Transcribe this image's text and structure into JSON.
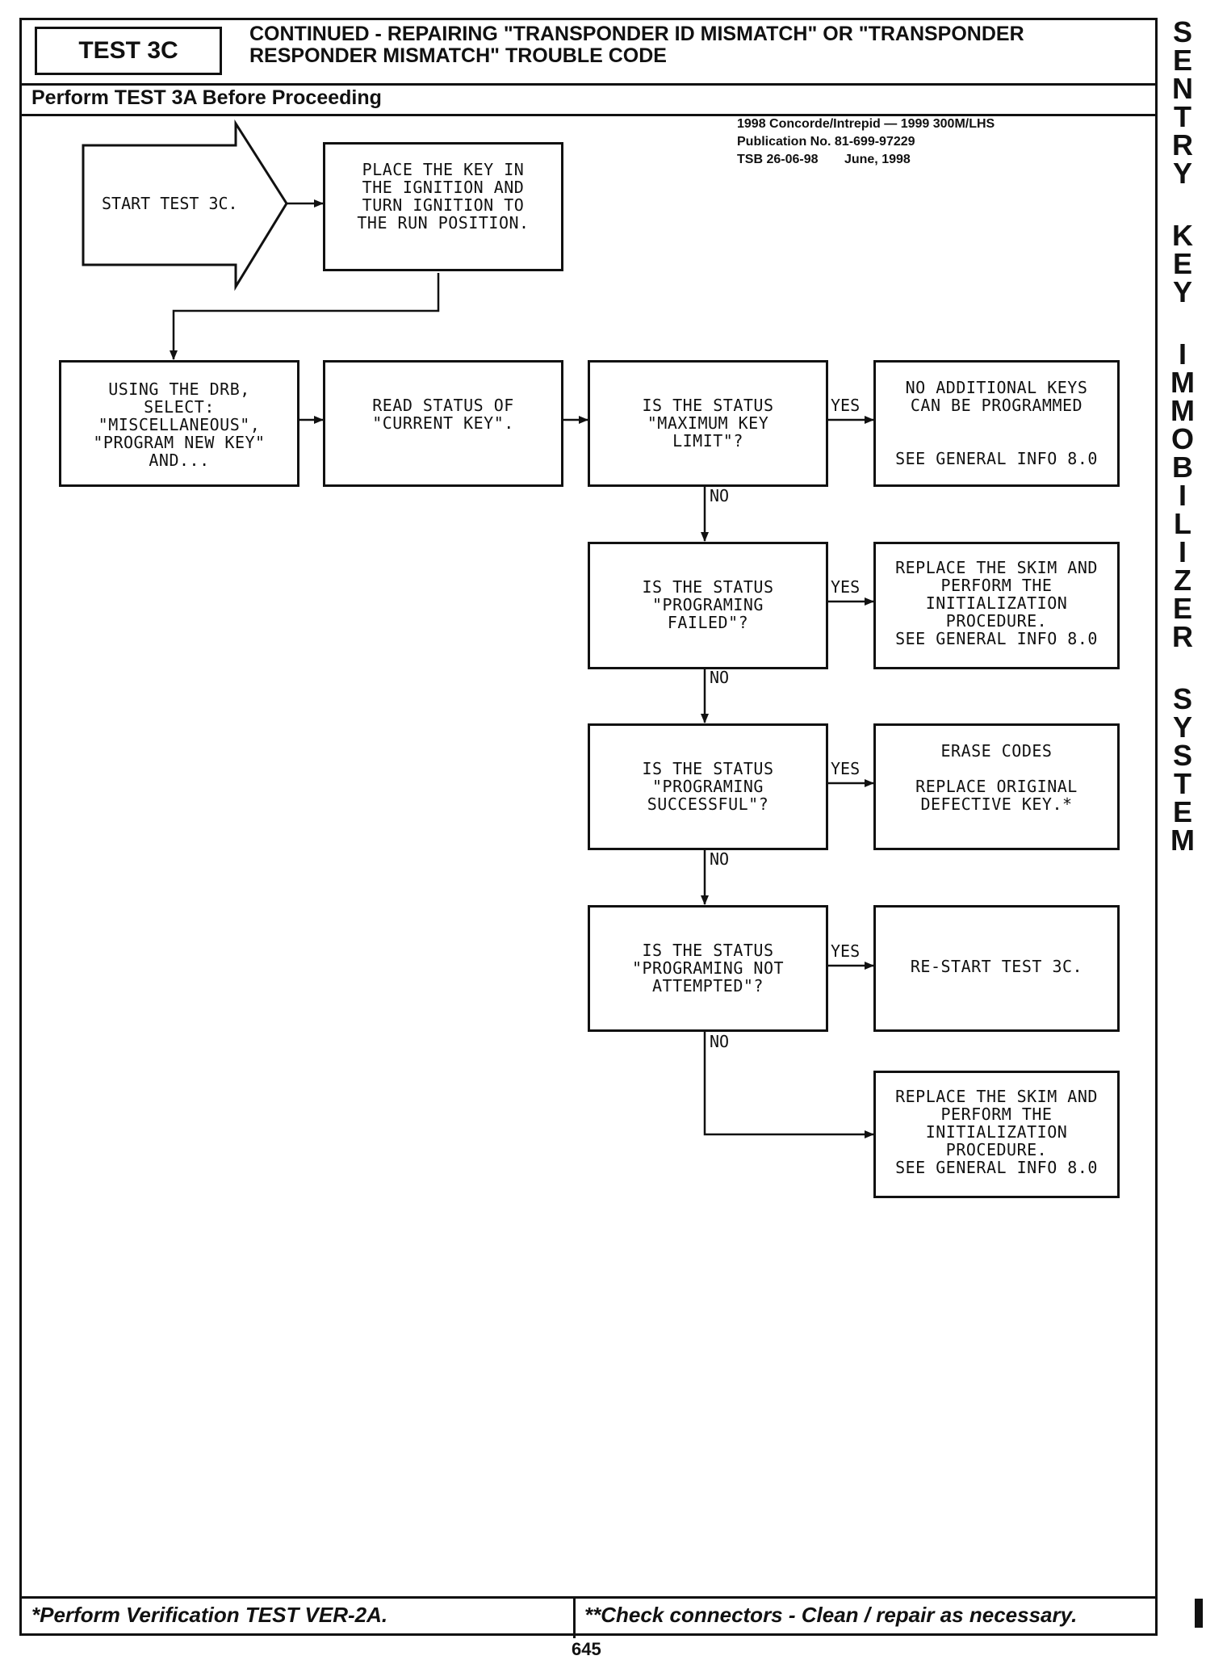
{
  "header": {
    "test_label": "TEST 3C",
    "title_line1": "CONTINUED - REPAIRING \"TRANSPONDER ID MISMATCH\" OR \"TRANSPONDER",
    "title_line2": "RESPONDER MISMATCH\" TROUBLE CODE",
    "subtitle": "Perform TEST 3A Before Proceeding"
  },
  "publication": {
    "line1": "1998 Concorde/Intrepid — 1999 300M/LHS",
    "line2": "Publication No. 81-699-97229",
    "tsb": "TSB 26-06-98",
    "date": "June, 1998"
  },
  "side_title": [
    "S",
    "E",
    "N",
    "T",
    "R",
    "Y",
    "",
    "K",
    "E",
    "Y",
    "",
    "I",
    "M",
    "M",
    "O",
    "B",
    "I",
    "L",
    "I",
    "Z",
    "E",
    "R",
    "",
    "S",
    "Y",
    "S",
    "T",
    "E",
    "M"
  ],
  "footer": {
    "left": "*Perform Verification TEST VER-2A.",
    "right": "**Check connectors - Clean / repair as necessary.",
    "page_number": "645"
  },
  "flow": {
    "start": "START TEST 3C.",
    "place_key": [
      "PLACE THE KEY IN",
      "THE IGNITION AND",
      "TURN IGNITION TO",
      "THE RUN POSITION."
    ],
    "using_drb": [
      "USING THE DRB,",
      "SELECT:",
      "\"MISCELLANEOUS\",",
      "\"PROGRAM NEW KEY\"",
      "AND..."
    ],
    "read_status": [
      "READ STATUS OF",
      "\"CURRENT KEY\"."
    ],
    "q1": [
      "IS THE STATUS",
      "\"MAXIMUM KEY",
      "LIMIT\"?"
    ],
    "a1": [
      "NO ADDITIONAL KEYS",
      "CAN BE PROGRAMMED",
      "",
      "",
      "SEE GENERAL INFO 8.0"
    ],
    "q2": [
      "IS THE STATUS",
      "\"PROGRAMING",
      "FAILED\"?"
    ],
    "a2": [
      "REPLACE THE SKIM AND",
      "PERFORM THE",
      "INITIALIZATION",
      "PROCEDURE.",
      "SEE GENERAL INFO 8.0"
    ],
    "q3": [
      "IS THE STATUS",
      "\"PROGRAMING",
      "SUCCESSFUL\"?"
    ],
    "a3": [
      "ERASE CODES",
      "",
      "REPLACE ORIGINAL",
      "DEFECTIVE KEY.*"
    ],
    "q4": [
      "IS THE STATUS",
      "\"PROGRAMING NOT",
      "ATTEMPTED\"?"
    ],
    "a4": [
      "RE-START TEST 3C."
    ],
    "final": [
      "REPLACE THE SKIM AND",
      "PERFORM THE",
      "INITIALIZATION",
      "PROCEDURE.",
      "SEE GENERAL INFO 8.0"
    ],
    "yes_label": "YES",
    "no_label": "NO"
  }
}
